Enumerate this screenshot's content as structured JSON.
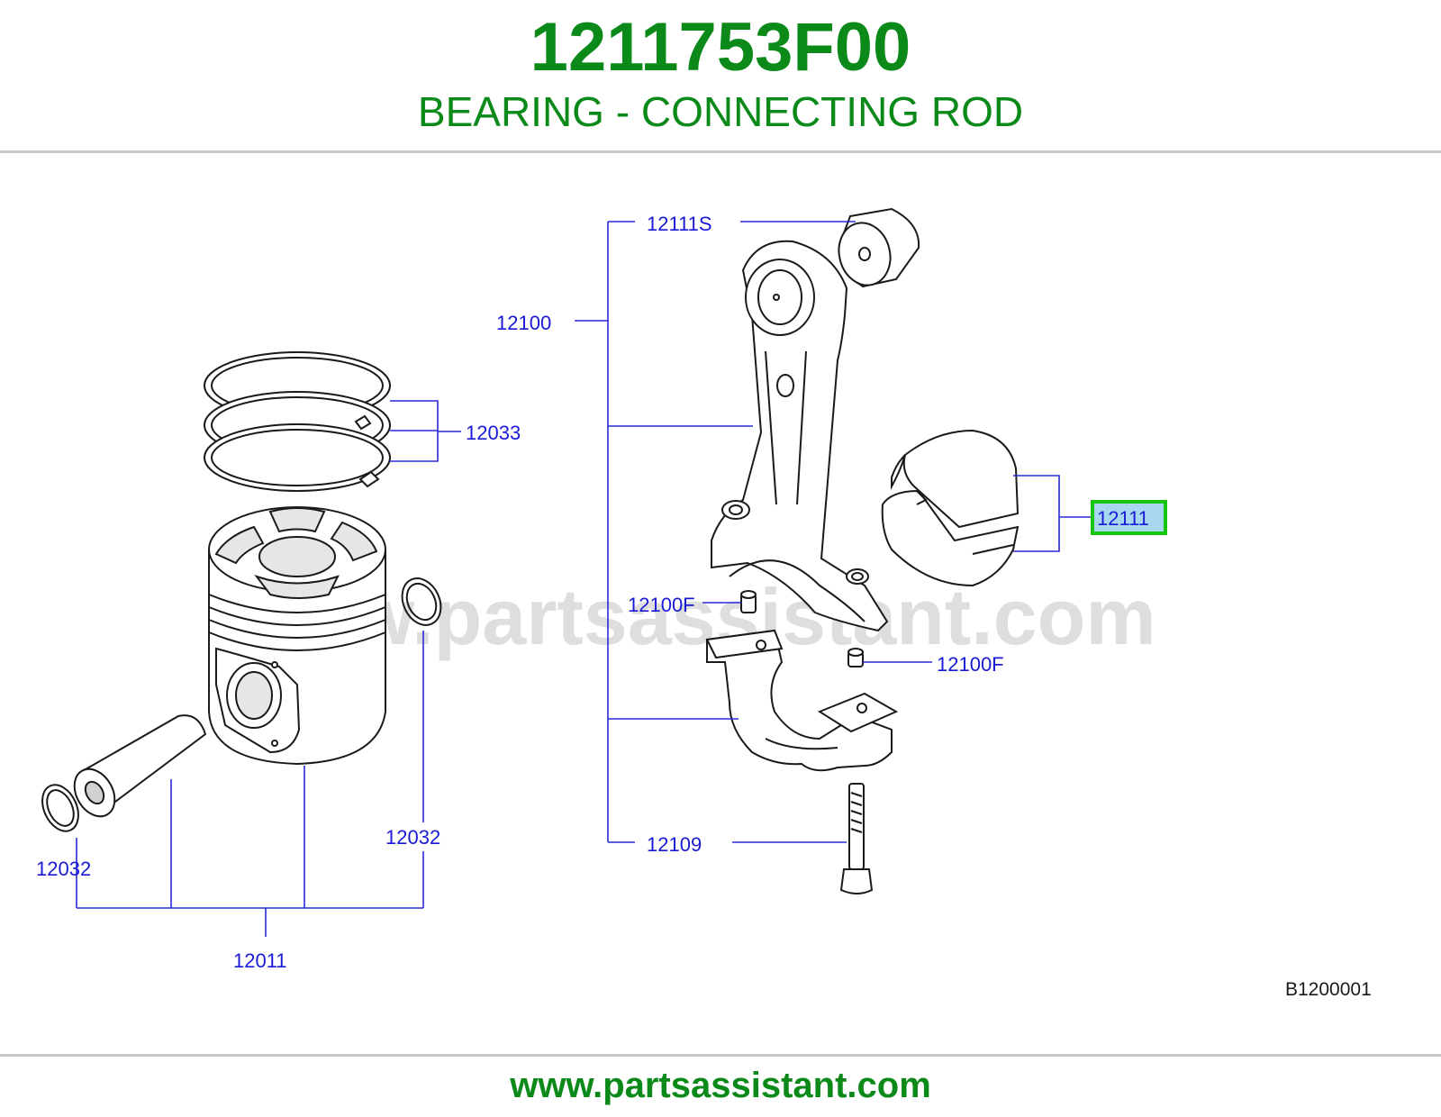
{
  "header": {
    "part_number": "1211753F00",
    "description": "BEARING - CONNECTING ROD"
  },
  "diagram": {
    "watermark": "www.partsassistant.com",
    "figure_code": "B1200001",
    "callouts": {
      "c12111S": "12111S",
      "c12100": "12100",
      "c12033": "12033",
      "c12111": "12111",
      "c12100F_a": "12100F",
      "c12100F_b": "12100F",
      "c12032_r": "12032",
      "c12032_l": "12032",
      "c12109": "12109",
      "c12011": "12011"
    },
    "highlighted_callout": "12111",
    "colors": {
      "callout_text": "#1a1ad6",
      "leader_line": "#2a2ad8",
      "highlight_border": "#17c40e",
      "highlight_fill": "#a8d8f0",
      "title_green": "#0b8a1a"
    }
  },
  "footer": {
    "url": "www.partsassistant.com"
  }
}
